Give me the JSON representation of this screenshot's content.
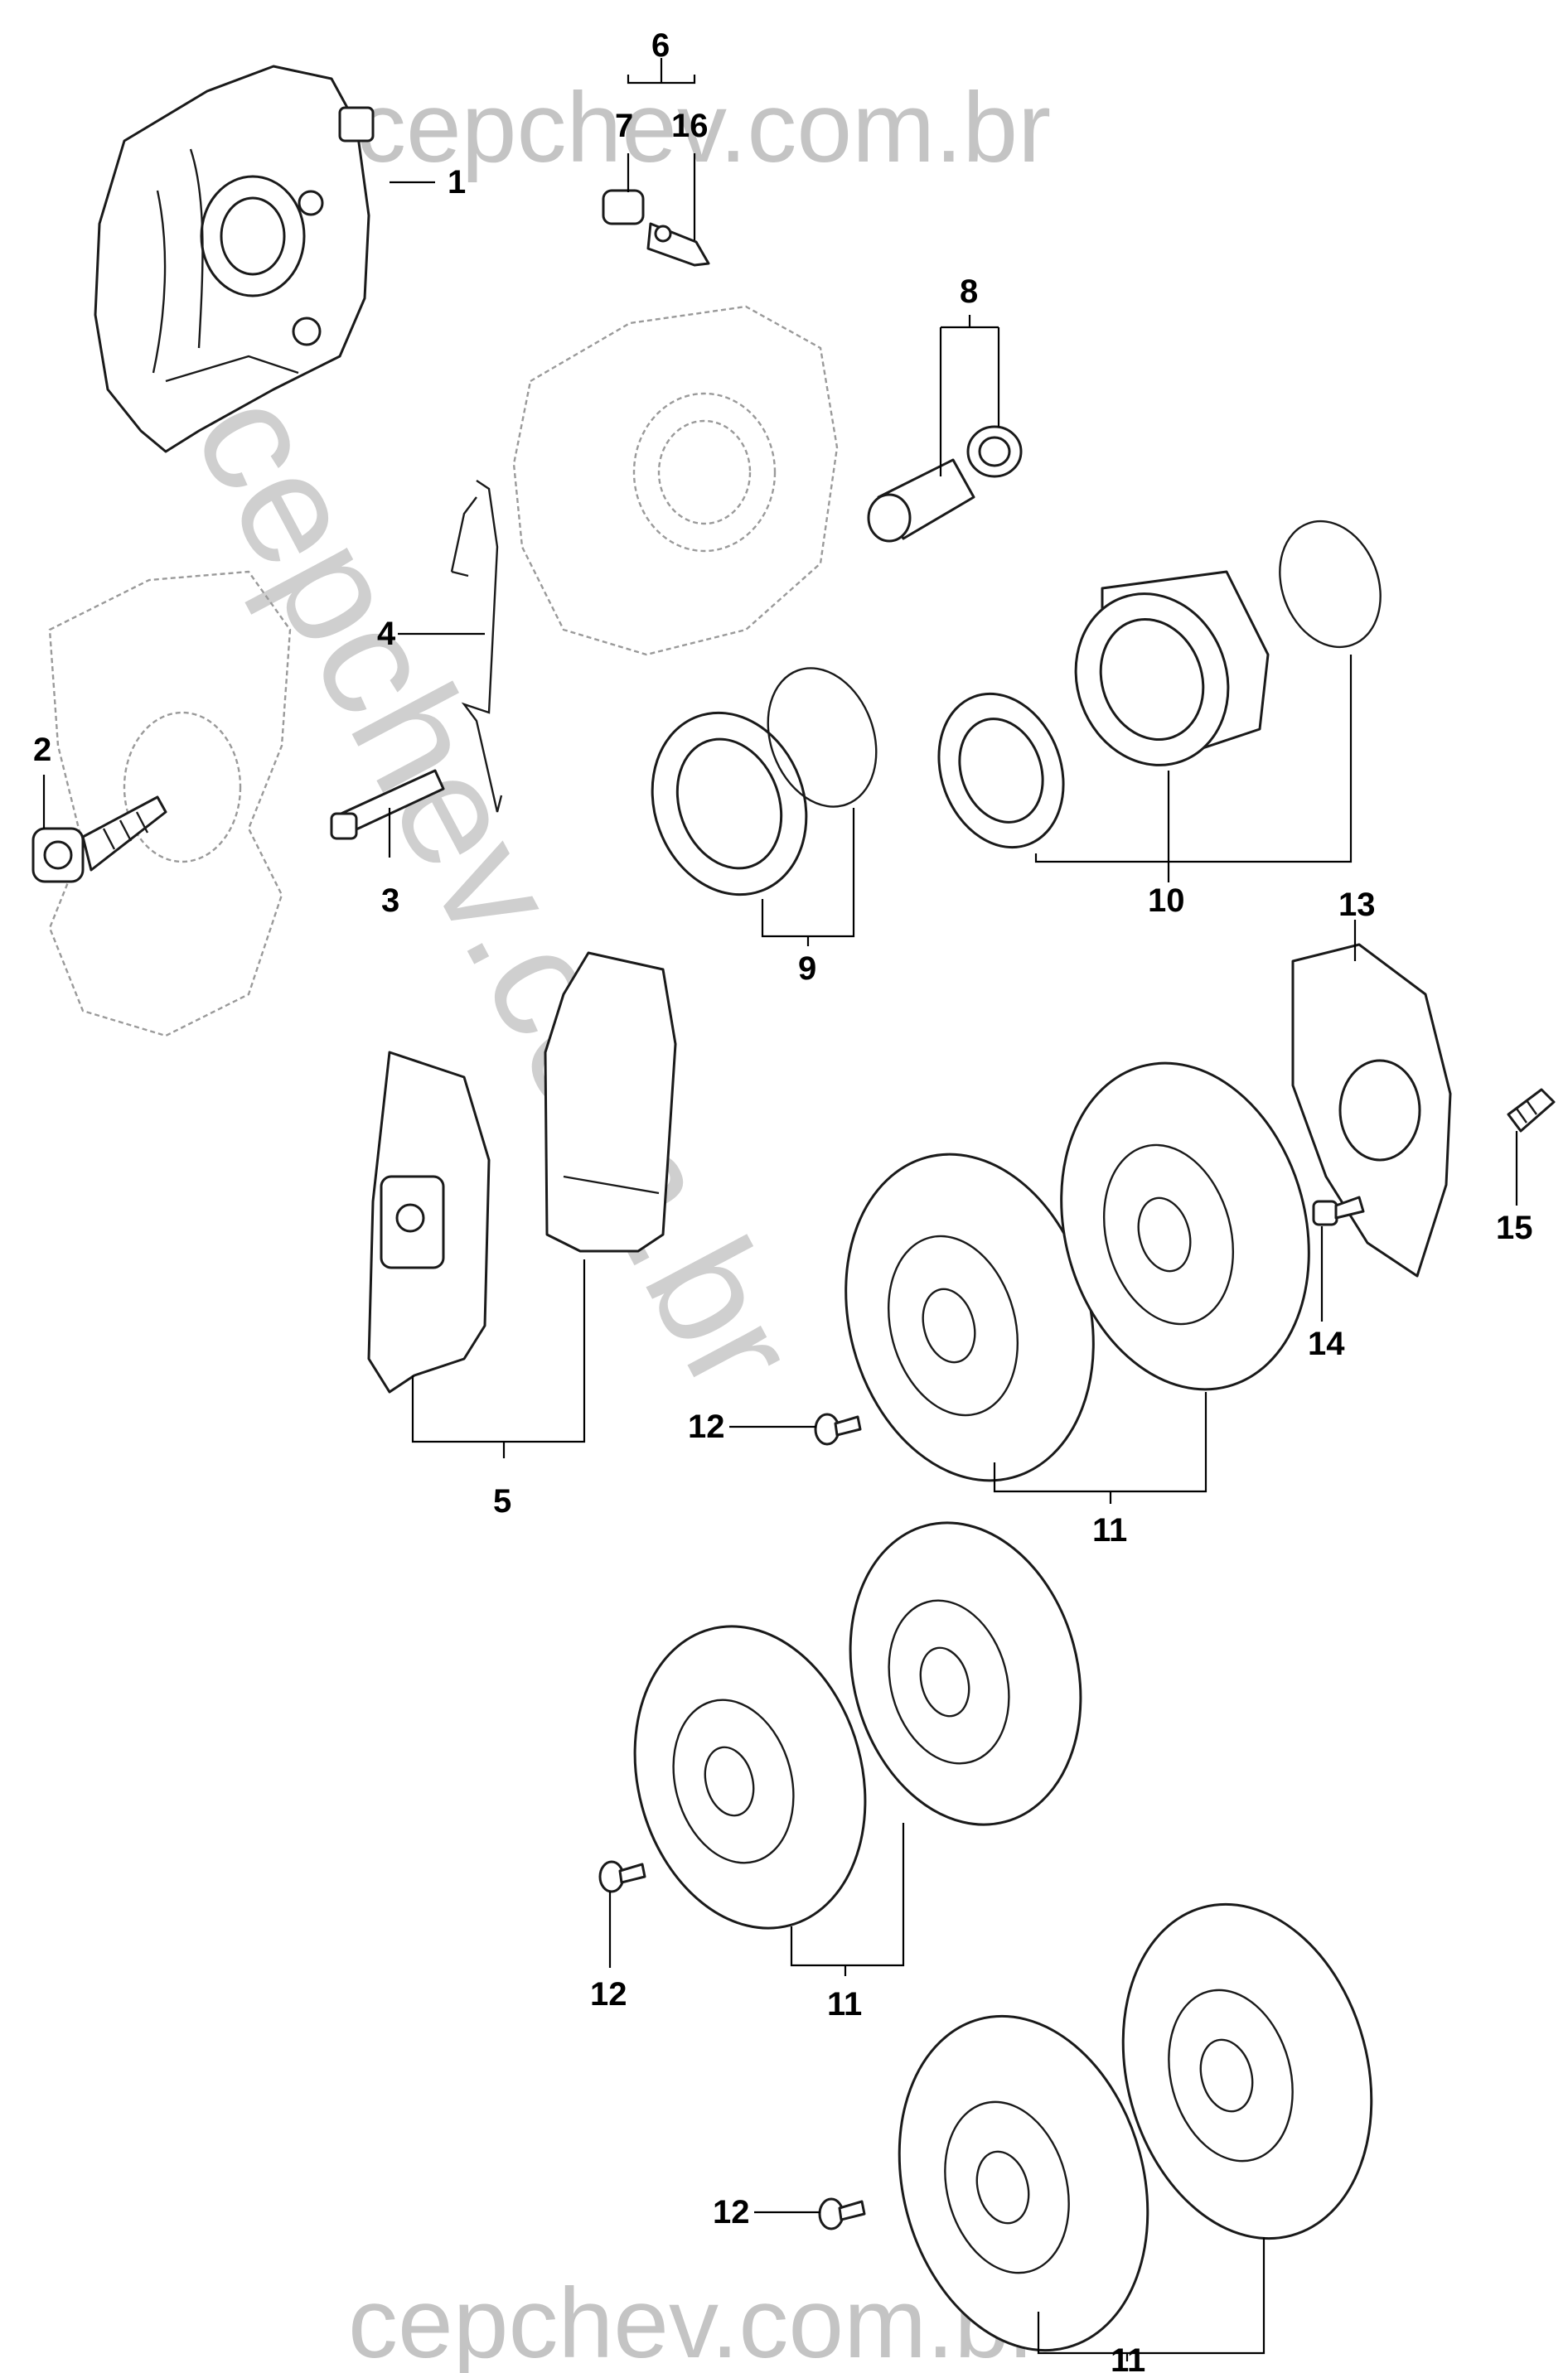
{
  "watermarks": {
    "top": "cepchev.com.br",
    "bottom": "cepchev.com.br",
    "diagonal": "cepchev.com.br"
  },
  "callouts": {
    "c1": "1",
    "c2": "2",
    "c3": "3",
    "c4": "4",
    "c5": "5",
    "c6": "6",
    "c7": "7",
    "c8": "8",
    "c9": "9",
    "c10": "10",
    "c11a": "11",
    "c11b": "11",
    "c11c": "11",
    "c12a": "12",
    "c12b": "12",
    "c12c": "12",
    "c13": "13",
    "c14": "14",
    "c15": "15",
    "c16": "16"
  },
  "colors": {
    "line": "#1a1a1a",
    "watermark": "#c4c4c4",
    "ghost": "#9a9a9a"
  }
}
